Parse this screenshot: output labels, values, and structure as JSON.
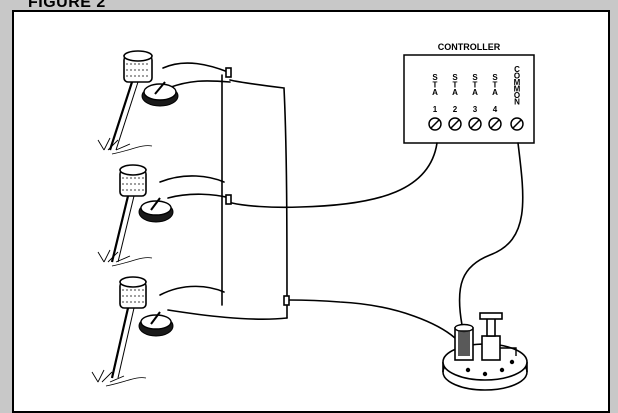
{
  "figure": {
    "caption": "FIGURE 2"
  },
  "controller": {
    "title": "CONTROLLER",
    "terminals": [
      {
        "letters": [
          "S",
          "T",
          "A"
        ],
        "number": "1"
      },
      {
        "letters": [
          "S",
          "T",
          "A"
        ],
        "number": "2"
      },
      {
        "letters": [
          "S",
          "T",
          "A"
        ],
        "number": "3"
      },
      {
        "letters": [
          "S",
          "T",
          "A"
        ],
        "number": "4"
      },
      {
        "letters": [
          "C",
          "O",
          "M",
          "M",
          "O",
          "N"
        ],
        "number": ""
      }
    ]
  }
}
